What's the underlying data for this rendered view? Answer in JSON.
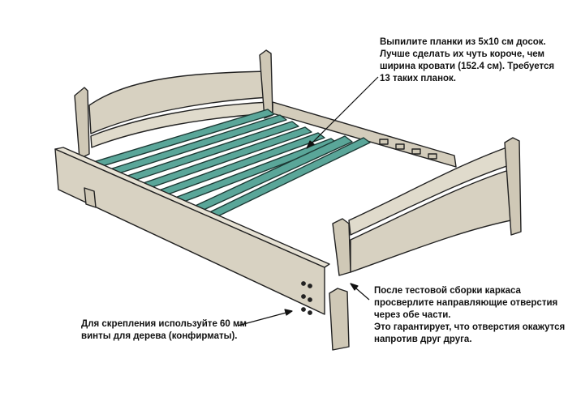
{
  "annotations": {
    "slats_note": [
      "Выпилите планки из 5х10 см досок.",
      "Лучше сделать их чуть короче, чем",
      "ширина кровати (152.4 см). Требуется",
      "13 таких планок."
    ],
    "drill_note": [
      "После тестовой сборки каркаса",
      "просверлите направляющие отверстия",
      "через обе части.",
      "Это гарантирует, что отверстия окажутся",
      "напротив друг друга."
    ],
    "screws_note": [
      "Для скрепления используйте 60 мм",
      "винты для дерева (конфирматы)."
    ]
  },
  "colors": {
    "wood": "#d7d1c1",
    "wood_light": "#e4dfd1",
    "wood_dark": "#b9b19d",
    "slat": "#5aa699",
    "slat_light": "#7cc0b3",
    "outline": "#222222"
  }
}
